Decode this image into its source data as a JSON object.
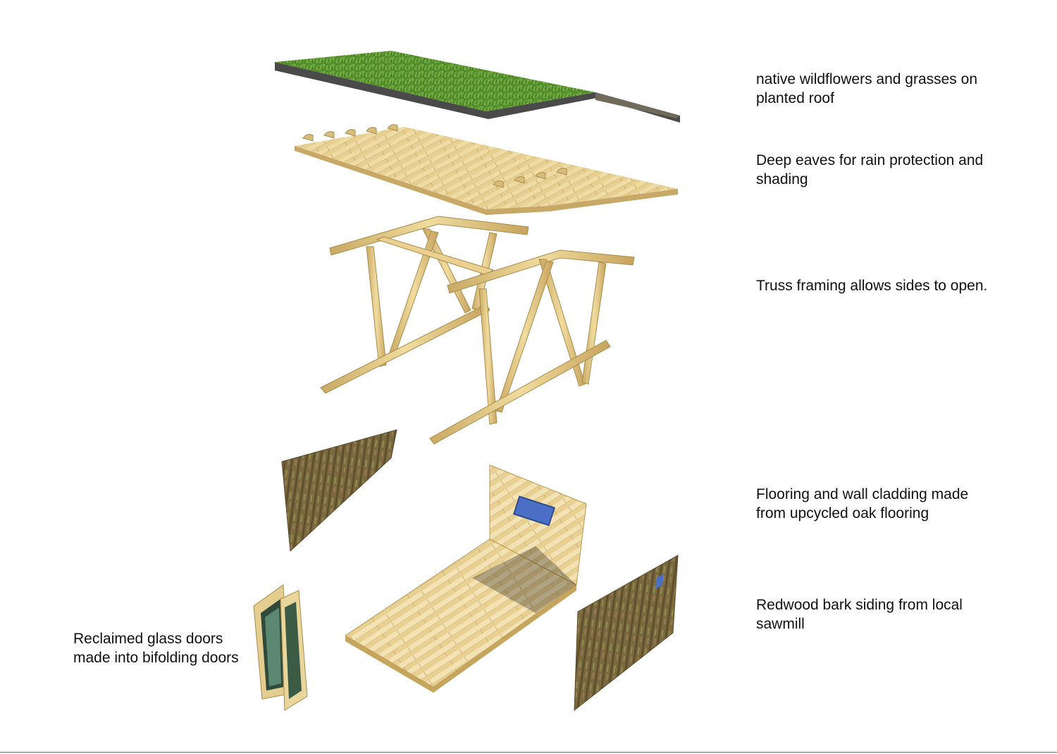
{
  "labels": {
    "roof": "native wildflowers and grasses on\nplanted roof",
    "eaves": "Deep eaves for rain protection and\nshading",
    "truss": "Truss framing allows sides to open.",
    "flooring": "Flooring and wall cladding made\nfrom upcycled oak flooring",
    "siding": "Redwood bark siding from local\nsawmill",
    "doors": "Reclaimed glass doors\nmade into bifolding doors"
  },
  "colors": {
    "grass": "#4f8a2a",
    "roof_edge": "#555555",
    "timber": "#e2c987",
    "timber_dark": "#b8964f",
    "bark": "#7d6a40",
    "window": "#4a6fc4"
  }
}
